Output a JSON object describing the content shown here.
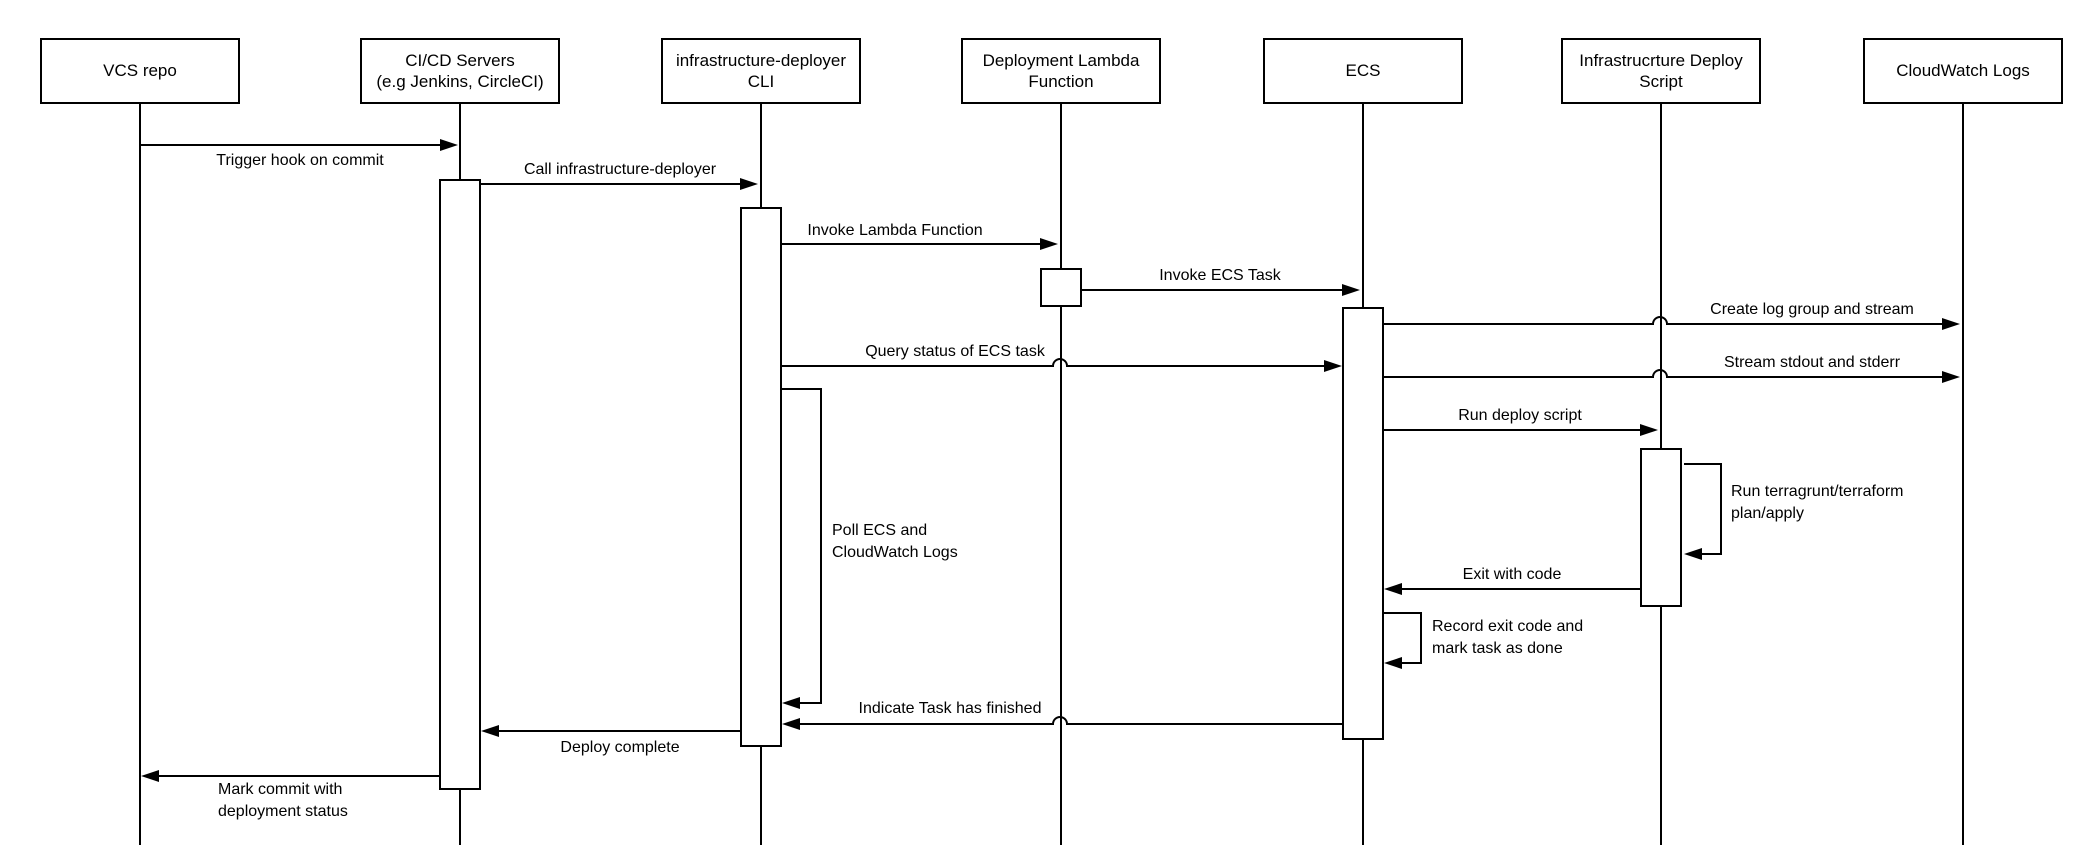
{
  "participants": {
    "vcs": "VCS repo",
    "cicd": "CI/CD Servers\n(e.g Jenkins, CircleCI)",
    "cli": "infrastructure-deployer\nCLI",
    "lambda": "Deployment Lambda\nFunction",
    "ecs": "ECS",
    "deploy_script": "Infrastrucrture Deploy\nScript",
    "cloudwatch": "CloudWatch Logs"
  },
  "messages": {
    "trigger_hook": "Trigger hook on commit",
    "call_deployer": "Call infrastructure-deployer",
    "invoke_lambda": "Invoke Lambda Function",
    "invoke_ecs_task": "Invoke ECS Task",
    "create_log_group": "Create log group and stream",
    "query_status": "Query status of ECS task",
    "stream_stdout": "Stream stdout and stderr",
    "run_deploy_script": "Run deploy script",
    "run_terragrunt": "Run terragrunt/terraform\nplan/apply",
    "exit_with_code": "Exit with code",
    "record_exit": "Record exit code and\nmark task as done",
    "poll_ecs": "Poll ECS and\nCloudWatch Logs",
    "indicate_finished": "Indicate Task has finished",
    "deploy_complete": "Deploy complete",
    "mark_commit": "Mark commit with\ndeployment status"
  },
  "colors": {
    "line": "#000000",
    "background": "#ffffff"
  }
}
